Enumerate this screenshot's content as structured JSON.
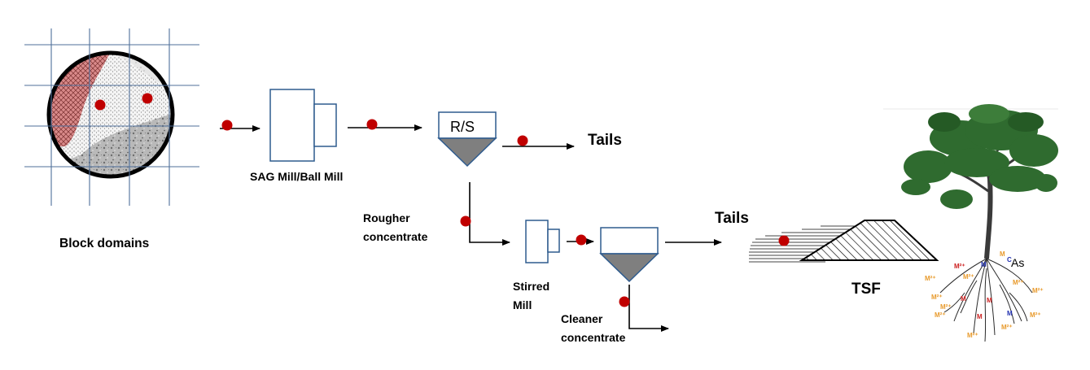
{
  "labels": {
    "block_domains": "Block domains",
    "sag_mill": "SAG Mill/Ball Mill",
    "rs": "R/S",
    "tails_1": "Tails",
    "rougher_1": "Rougher",
    "rougher_2": "concentrate",
    "stirred_1": "Stirred",
    "stirred_2": "Mill",
    "cleaner_1": "Cleaner",
    "cleaner_2": "concentrate",
    "tails_2": "Tails",
    "tsf": "TSF",
    "as": "As",
    "ions": [
      "M²⁺",
      "M²⁺",
      "M",
      "M",
      "M²⁺",
      "M²⁺",
      "M",
      "M",
      "M²⁺",
      "M",
      "M²⁺",
      "M²⁺",
      "M²⁺",
      "M",
      "M²⁺",
      "M²⁺",
      "M²⁺",
      "C"
    ]
  },
  "colors": {
    "tracer_dot": "#c00000",
    "equipment_stroke": "#2e5b8e",
    "grid": "#4f6f9a",
    "hatched_domain": "#d98a8a",
    "cone_fill": "#7f7f7f",
    "foliage": "#2f6b2f",
    "ion_orange": "#e89a2c",
    "ion_red": "#cc2020",
    "ion_blue": "#2030b0"
  }
}
